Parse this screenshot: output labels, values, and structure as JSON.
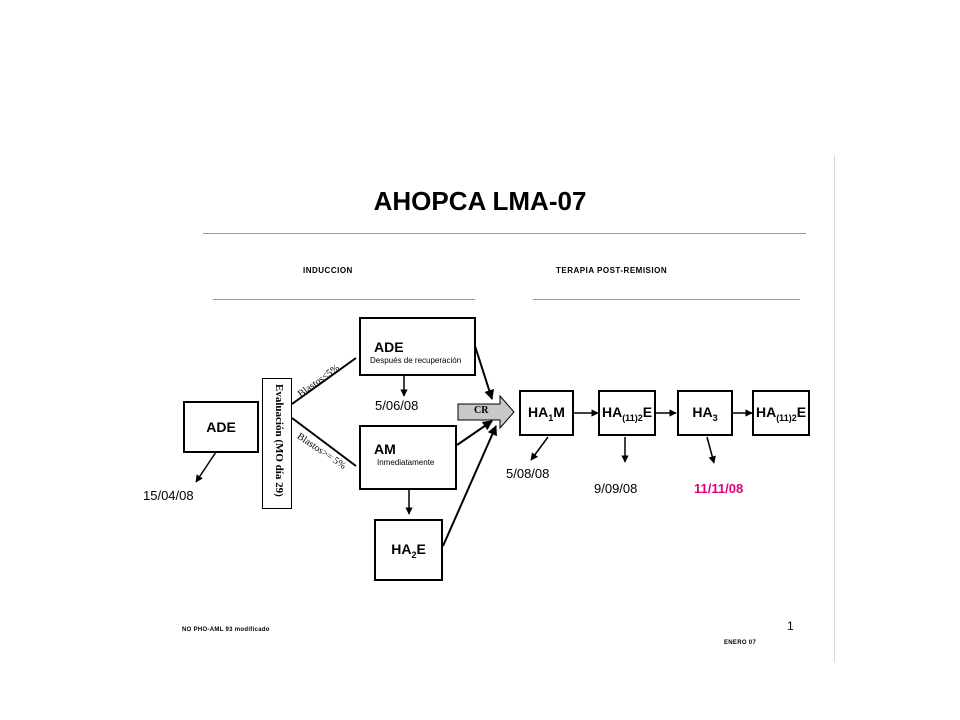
{
  "title": "AHOPCA LMA-07",
  "sections": {
    "induction": "INDUCCION",
    "post_remission": "TERAPIA POST-REMISION"
  },
  "boxes": {
    "ade_start": "ADE",
    "ade_recovery": {
      "main": "ADE",
      "sub": "Después de recuperación"
    },
    "am": {
      "main": "AM",
      "sub": "Inmediatamente"
    },
    "ha2e": {
      "prefix": "HA",
      "sub": "2",
      "suffix": "E"
    },
    "ha1m": {
      "prefix": "HA",
      "sub": "1",
      "suffix": "M"
    },
    "ha112e_a": {
      "prefix": "HA",
      "sub": "(11)2",
      "suffix": "E"
    },
    "ha3": {
      "prefix": "HA",
      "sub": "3",
      "suffix": ""
    },
    "ha112e_b": {
      "prefix": "HA",
      "sub": "(11)2",
      "suffix": "E"
    }
  },
  "evaluation_label": "Evaluación (MO día 29)",
  "branch_labels": {
    "upper": "Blastos<5%",
    "lower": "Blastos>= 5%"
  },
  "cr_label": "CR",
  "dates": {
    "d1": "15/04/08",
    "d2": "5/06/08",
    "d3": "5/08/08",
    "d4": "9/09/08",
    "d5": "11/11/08"
  },
  "colors": {
    "highlight_date": "#e0007a"
  },
  "footer": {
    "left": "NO PHO-AML 93 modificado",
    "right": "ENERO 07",
    "page_number": "1"
  }
}
